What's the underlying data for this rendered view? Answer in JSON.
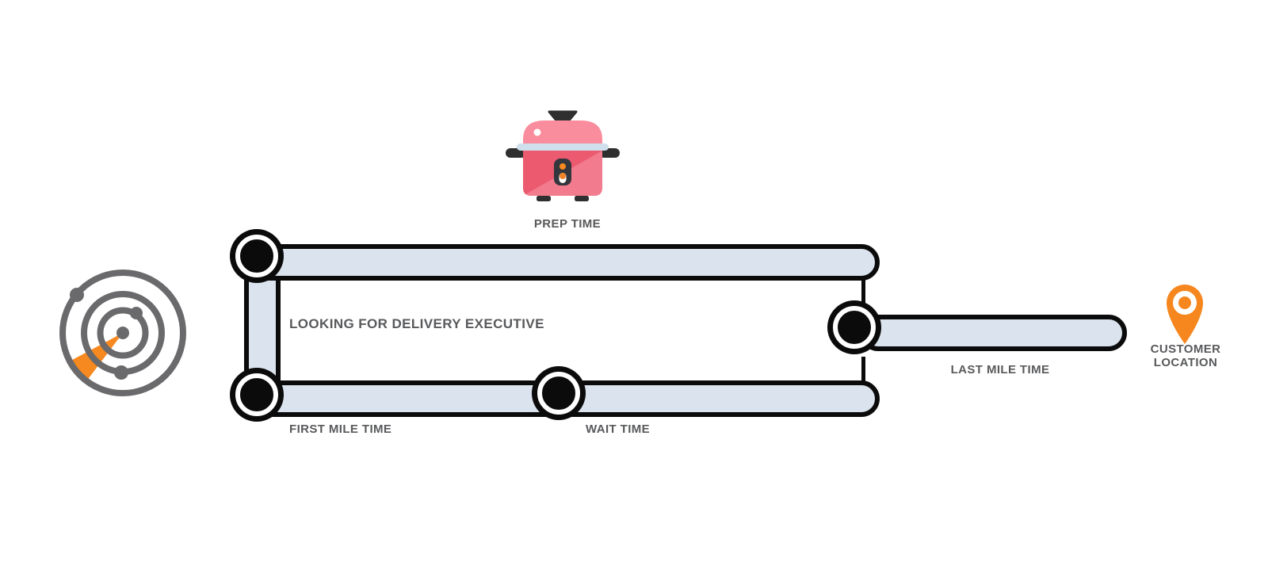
{
  "diagram": {
    "type": "delivery-time-flow",
    "labels": {
      "prep_time": "PREP TIME",
      "looking_for_delivery_executive": "LOOKING FOR DELIVERY EXECUTIVE",
      "first_mile_time": "FIRST MILE TIME",
      "wait_time": "WAIT TIME",
      "last_mile_time": "LAST MILE TIME",
      "customer_location": "CUSTOMER LOCATION"
    },
    "stages": [
      {
        "id": "search",
        "icon": "radar-icon",
        "label": ""
      },
      {
        "id": "prep",
        "icon": "rice-cooker-icon",
        "label": "PREP TIME",
        "track": "top"
      },
      {
        "id": "looking",
        "label": "LOOKING FOR DELIVERY EXECUTIVE",
        "track": "between"
      },
      {
        "id": "first_mile",
        "label": "FIRST MILE TIME",
        "track": "bottom"
      },
      {
        "id": "wait",
        "label": "WAIT TIME",
        "track": "bottom"
      },
      {
        "id": "last_mile",
        "label": "LAST MILE TIME",
        "track": "right"
      },
      {
        "id": "customer",
        "icon": "location-pin-icon",
        "label": "CUSTOMER LOCATION"
      }
    ],
    "colors": {
      "background": "#ffffff",
      "track_fill": "#dbe4ee",
      "outline_black": "#0b0b0b",
      "label_gray": "#58595b",
      "radar_gray": "#6a6a6d",
      "accent_orange": "#f6891f",
      "pin_orange": "#f6871f",
      "cooker_body_dark_pink": "#ec5a70",
      "cooker_body_light_pink": "#f27b8d",
      "cooker_lid_pink": "#fa8d9d",
      "cooker_rim_blue": "#cfdfeb",
      "cooker_hardware_dark": "#2f2f2f"
    }
  }
}
